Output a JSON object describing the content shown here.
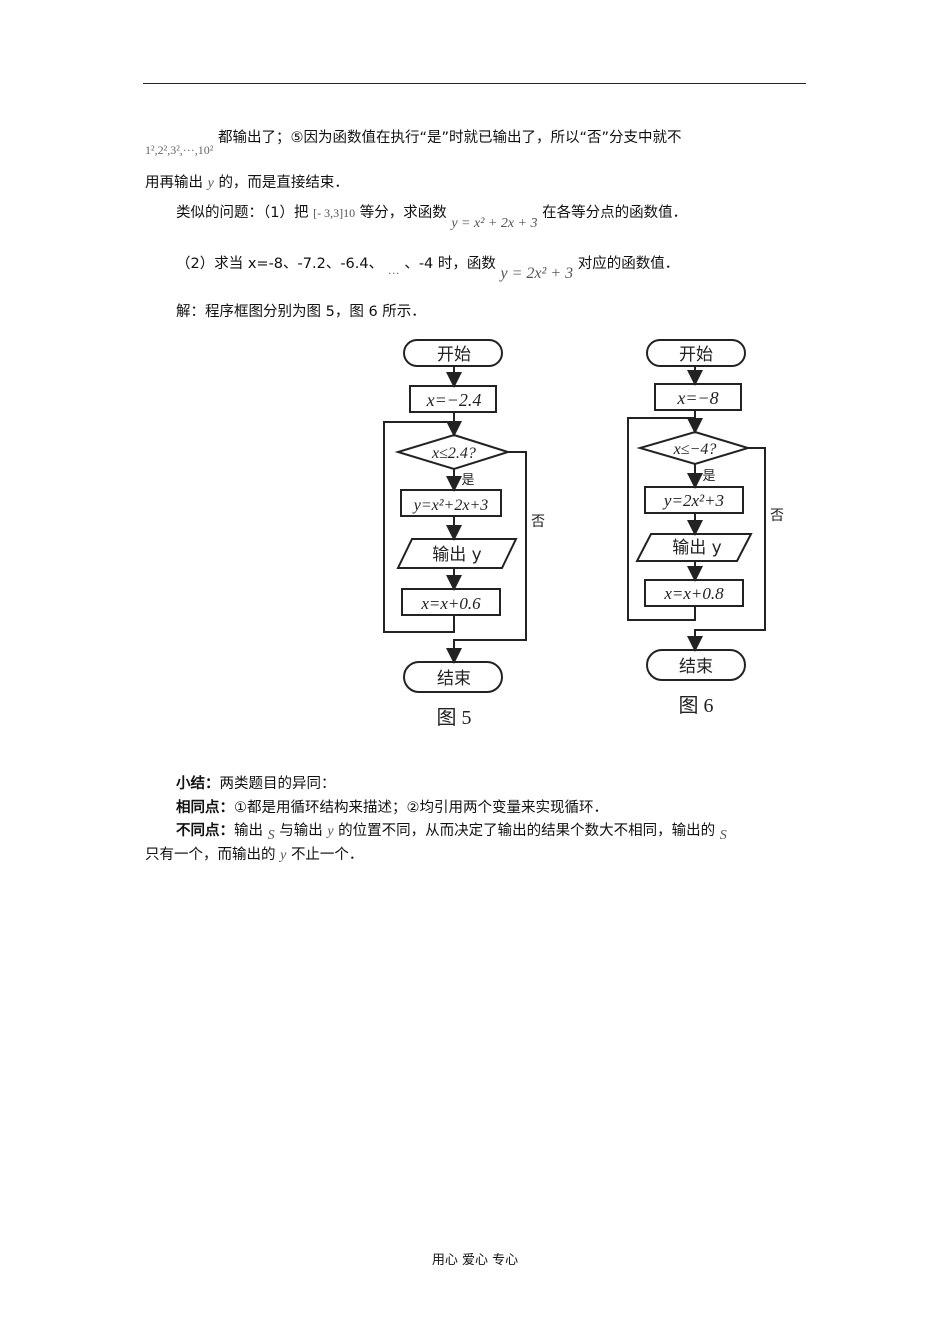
{
  "doc": {
    "p1_math": "1²,2²,3²,···,10²",
    "p1_text": "都输出了；⑤因为函数值在执行“是”时就已输出了，所以“否”分支中就不",
    "p2_text_a": "用再输出",
    "p2_var": "y",
    "p2_text_b": "的，而是直接结束．",
    "p3_lead": "类似的问题：（1）把",
    "p3_interval": "[- 3,3]10",
    "p3_mid": "等分，求函数",
    "p3_func": "y = x² + 2x + 3",
    "p3_tail": "在各等分点的函数值．",
    "p4_lead": "（2）求当 x=-8、-7.2、-6.4、",
    "p4_dots": "…",
    "p4_mid": "、-4 时，函数",
    "p4_func": "y = 2x² + 3",
    "p4_tail": "对应的函数值．",
    "p5_text": "解：程序框图分别为图 5，图 6 所示．",
    "summary_label": "小结：",
    "summary_text": "两类题目的异同：",
    "same_label": "相同点：",
    "same_text": "①都是用循环结构来描述；②均引用两个变量来实现循环．",
    "diff_label": "不同点：",
    "diff_a": "输出",
    "diff_s1": "S",
    "diff_b": "与输出",
    "diff_y1": "y",
    "diff_c": "的位置不同，从而决定了输出的结果个数大不相同，输出的",
    "diff_s2": "S",
    "last_a": "只有一个，而输出的",
    "last_y": "y",
    "last_b": "不止一个．"
  },
  "fig5": {
    "start": "开始",
    "init": "x=−2.4",
    "cond": "x≤2.4?",
    "yes": "是",
    "no": "否",
    "compute": "y=x²+2x+3",
    "output": "输出 y",
    "update": "x=x+0.6",
    "end": "结束",
    "caption": "图 5"
  },
  "fig6": {
    "start": "开始",
    "init": "x=−8",
    "cond": "x≤−4?",
    "yes": "是",
    "no": "否",
    "compute": "y=2x²+3",
    "output": "输出 y",
    "update": "x=x+0.8",
    "end": "结束",
    "caption": "图 6"
  },
  "footer": {
    "text": "用心 爱心 专心"
  }
}
